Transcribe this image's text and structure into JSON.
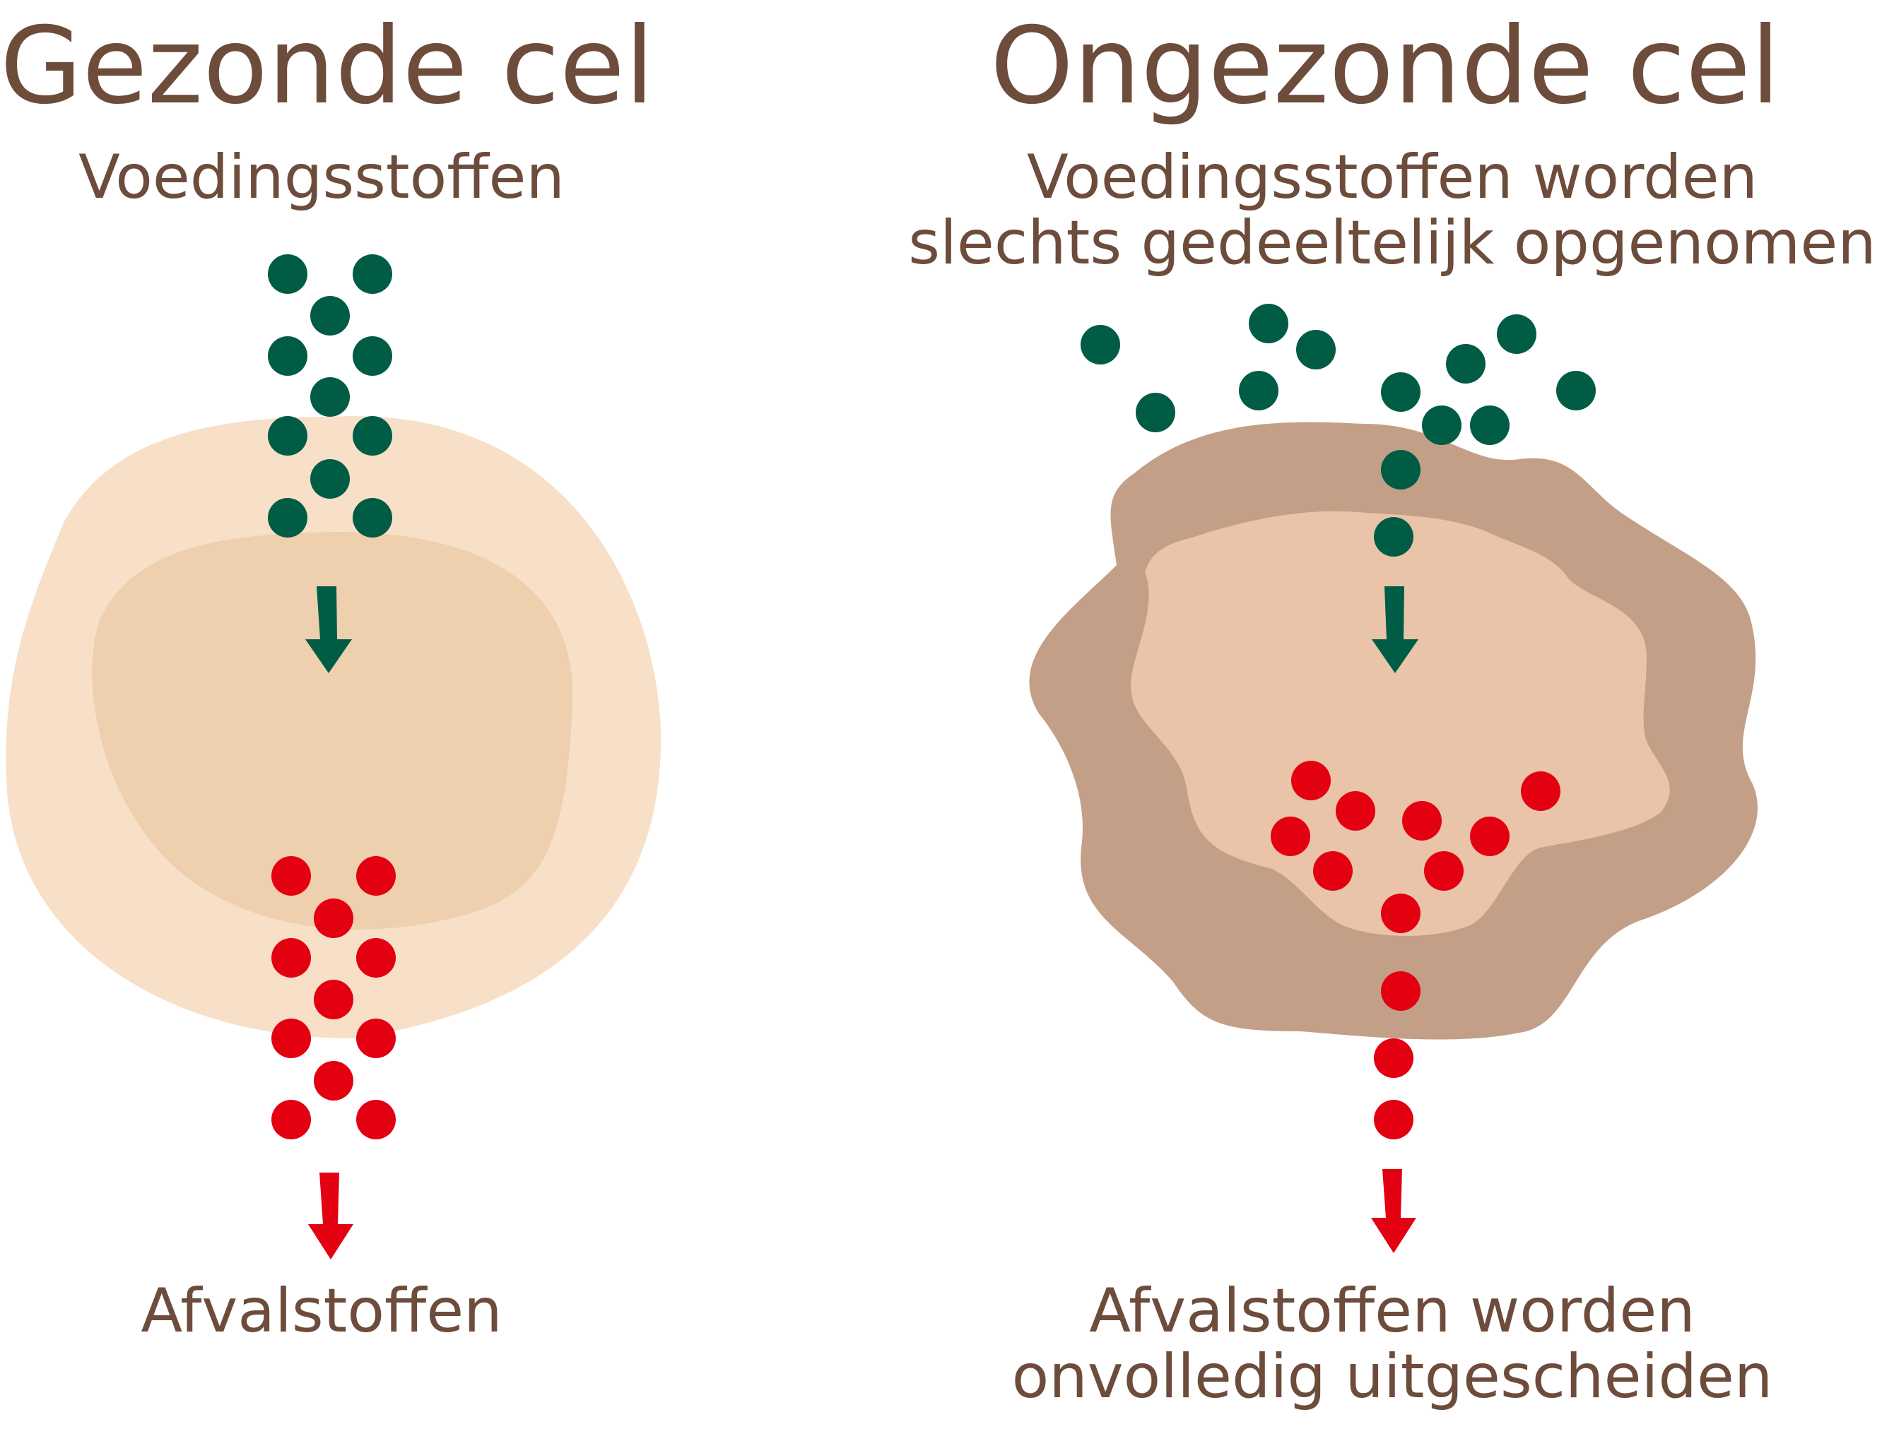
{
  "healthy": {
    "title": "Gezonde cel",
    "nutrients_label": "Voedingsstoffen",
    "waste_label": "Afvalstoffen"
  },
  "unhealthy": {
    "title": "Ongezonde cel",
    "nutrients_label_line1": "Voedingsstoffen worden",
    "nutrients_label_line2": "slechts gedeeltelijk opgenomen",
    "waste_label_line1": "Afvalstoffen worden",
    "waste_label_line2": "onvolledig uitgescheiden"
  },
  "colors": {
    "text": "#6d4c3b",
    "nutrient": "#005c45",
    "waste": "#e30011",
    "healthy_outer": "#f7e0c7",
    "healthy_inner": "#eecfae",
    "unhealthy_outer": "#c49f87",
    "unhealthy_inner": "#e9c4a9"
  }
}
